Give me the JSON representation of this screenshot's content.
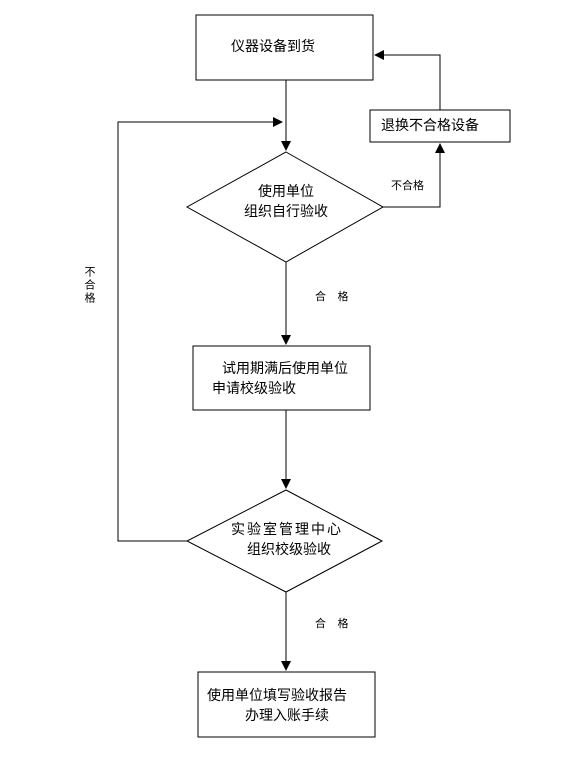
{
  "nodes": {
    "arrival": "仪器设备到货",
    "return_unqualified": "退换不合格设备",
    "self_accept_line1": "使用单位",
    "self_accept_line2": "组织自行验收",
    "trial_line1": "试用期满后使用单位",
    "trial_line2": "申请校级验收",
    "lab_center_line1": "实验室管理中心",
    "lab_center_line2": "组织校级验收",
    "report_line1": "使用单位填写验收报告",
    "report_line2": "办理入账手续"
  },
  "edges": {
    "unqualified_top": "不合格",
    "unqualified_left": "不合格",
    "qualified_1": "合 格",
    "qualified_2": "合 格"
  },
  "colors": {
    "stroke": "#000000",
    "background": "#ffffff"
  }
}
